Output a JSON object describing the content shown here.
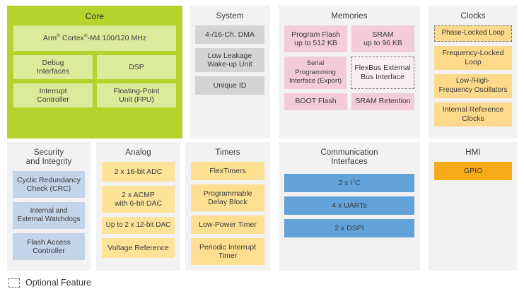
{
  "diagram": {
    "legend": {
      "swatch_name": "dashed-outline-swatch",
      "label": "Optional Feature"
    },
    "colors": {
      "core_panel": "#b5d32c",
      "core_block": "#dceb9b",
      "panel_bg": "#f2f2f2",
      "system_block": "#d4d4d4",
      "memories_block": "#f4cbd9",
      "clocks_block": "#fdd98b",
      "security_block": "#c3d3e8",
      "analog_block": "#fde398",
      "timers_block": "#fde398",
      "comm_block": "#62a2d8",
      "hmi_block": "#f7ab19",
      "optional_border": "#6f6f6f"
    },
    "panels": [
      {
        "id": "core",
        "title": "Core",
        "blocks": [
          {
            "label": "Arm® Cortex®-M4 100/120 MHz",
            "optional": false
          },
          {
            "label": "Debug\nInterfaces",
            "optional": false
          },
          {
            "label": "DSP",
            "optional": false
          },
          {
            "label": "Interrupt\nController",
            "optional": false
          },
          {
            "label": "Floating-Point\nUnit (FPU)",
            "optional": false
          }
        ]
      },
      {
        "id": "system",
        "title": "System",
        "blocks": [
          {
            "label": "4-/16-Ch. DMA",
            "optional": false
          },
          {
            "label": "Low Leakage\nWake-up Unit",
            "optional": false
          },
          {
            "label": "Unique ID",
            "optional": false
          }
        ]
      },
      {
        "id": "memories",
        "title": "Memories",
        "blocks": [
          {
            "label": "Program Flash\nup to 512 KB",
            "optional": false
          },
          {
            "label": "SRAM\nup to 96 KB",
            "optional": false
          },
          {
            "label": "Serial Programming\nInterface (Export)",
            "optional": false
          },
          {
            "label": "FlexBus External\nBus Interface",
            "optional": true
          },
          {
            "label": "BOOT Flash",
            "optional": false
          },
          {
            "label": "SRAM Retention",
            "optional": false
          }
        ]
      },
      {
        "id": "clocks",
        "title": "Clocks",
        "blocks": [
          {
            "label": "Phase-Locked Loop",
            "optional": true
          },
          {
            "label": "Frequency-Locked\nLoop",
            "optional": false
          },
          {
            "label": "Low-/High-\nFrequency Oscillators",
            "optional": false
          },
          {
            "label": "Internal Reference\nClocks",
            "optional": false
          }
        ]
      },
      {
        "id": "security",
        "title": "Security\nand Integrity",
        "blocks": [
          {
            "label": "Cyclic Redundancy\nCheck (CRC)",
            "optional": false
          },
          {
            "label": "Internal and\nExternal Watchdogs",
            "optional": false
          },
          {
            "label": "Flash Access\nController",
            "optional": false
          }
        ]
      },
      {
        "id": "analog",
        "title": "Analog",
        "blocks": [
          {
            "label": "2 x 16-bit ADC",
            "optional": false
          },
          {
            "label": "2 x ACMP\nwith 6-bit DAC",
            "optional": false
          },
          {
            "label": "Up to 2 x 12-bit DAC",
            "optional": false
          },
          {
            "label": "Voltage Reference",
            "optional": false
          }
        ]
      },
      {
        "id": "timers",
        "title": "Timers",
        "blocks": [
          {
            "label": "FlexTimers",
            "optional": false
          },
          {
            "label": "Programmable\nDelay Block",
            "optional": false
          },
          {
            "label": "Low-Power Timer",
            "optional": false
          },
          {
            "label": "Periodic Interrupt\nTimer",
            "optional": false
          }
        ]
      },
      {
        "id": "communication",
        "title": "Communication\nInterfaces",
        "blocks": [
          {
            "label": "2 x I²C",
            "optional": false
          },
          {
            "label": "4 x UARTs",
            "optional": false
          },
          {
            "label": "2 x DSPI",
            "optional": false
          }
        ]
      },
      {
        "id": "hmi",
        "title": "HMI",
        "blocks": [
          {
            "label": "GPIO",
            "optional": false
          }
        ]
      }
    ]
  }
}
